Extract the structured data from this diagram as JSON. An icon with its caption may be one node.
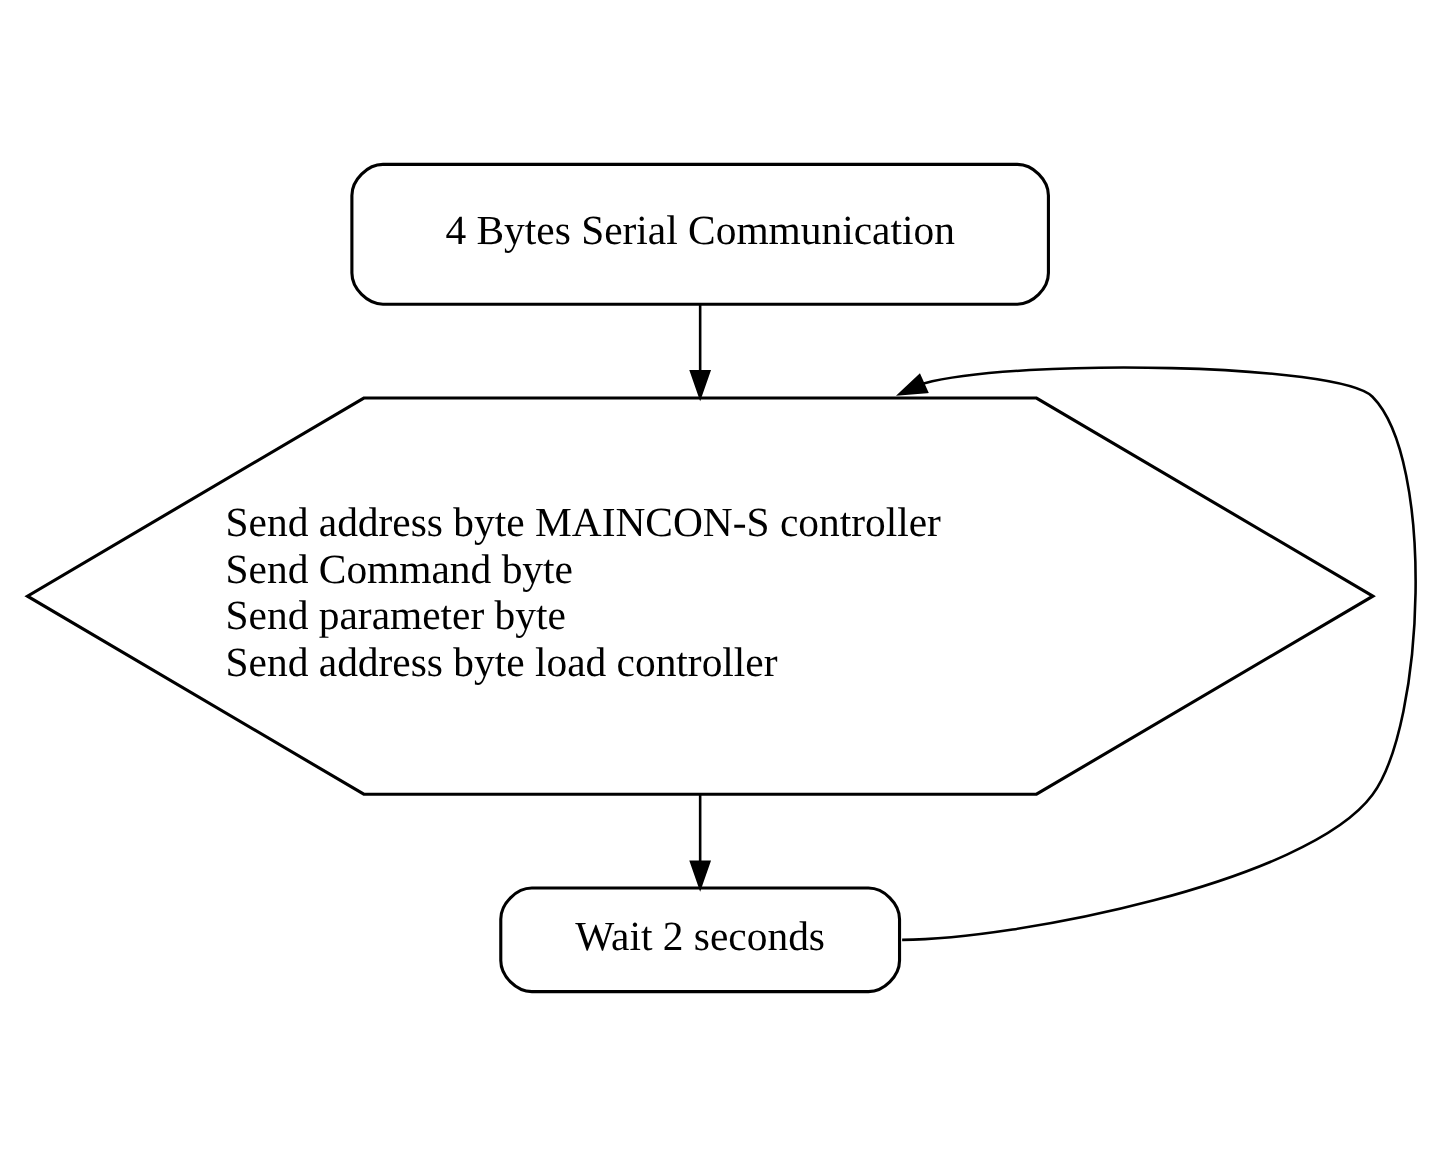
{
  "diagram": {
    "nodes": [
      {
        "text": [
          "4 Bytes Serial Communication"
        ]
      },
      {
        "text": [
          "Send address byte MAINCON-S controller",
          "Send Command byte",
          "Send parameter byte",
          "Send address byte load controller"
        ]
      },
      {
        "text": [
          "Wait 2 seconds"
        ]
      }
    ],
    "edges": [
      {
        "from": 0,
        "to": 1,
        "arrow": "to"
      },
      {
        "from": 1,
        "to": 2,
        "arrow": "to"
      },
      {
        "from": 2,
        "to": 1,
        "arrow": "to"
      }
    ]
  }
}
